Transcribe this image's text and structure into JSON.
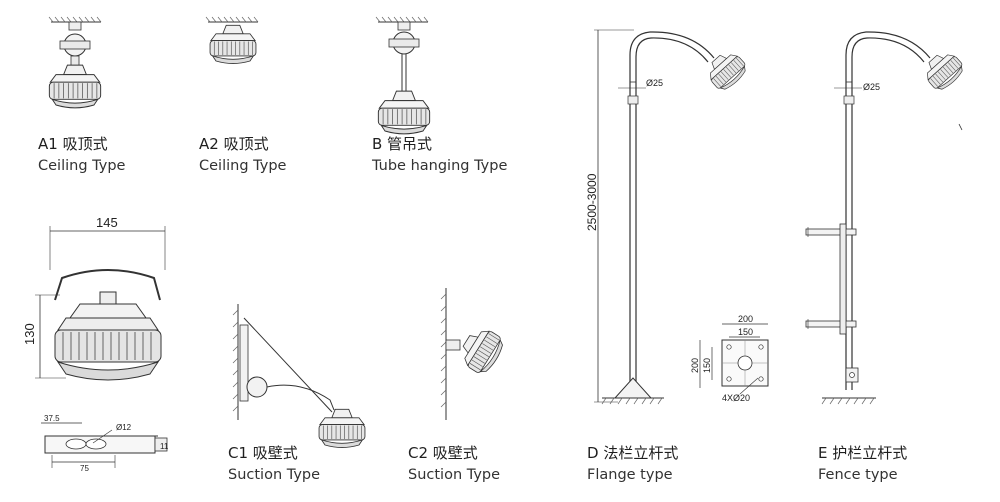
{
  "captions": {
    "a1": {
      "code_cn": "A1 吸顶式",
      "en": "Ceiling  Type"
    },
    "a2": {
      "code_cn": "A2 吸顶式",
      "en": "Ceiling  Type"
    },
    "b": {
      "code_cn": "B 管吊式",
      "en": "Tube hanging Type"
    },
    "c1": {
      "code_cn": "C1 吸壁式",
      "en": "Suction Type"
    },
    "c2": {
      "code_cn": "C2 吸壁式",
      "en": "Suction Type"
    },
    "d": {
      "code_cn": "D 法栏立杆式",
      "en": "Flange type"
    },
    "e": {
      "code_cn": "E 护栏立杆式",
      "en": "Fence type"
    }
  },
  "dimensions": {
    "width_145": "145",
    "height_130": "130",
    "bracket_37_5": "37.5",
    "hole_phi12": "Ø12",
    "bracket_11": "11",
    "bracket_75": "75",
    "pole_phi25_d": "Ø25",
    "pole_phi25_e": "Ø25",
    "pole_height": "2500-3000",
    "flange_200_w": "200",
    "flange_150_w": "150",
    "flange_200_h": "200",
    "flange_150_h": "150",
    "flange_holes": "4XØ20"
  }
}
